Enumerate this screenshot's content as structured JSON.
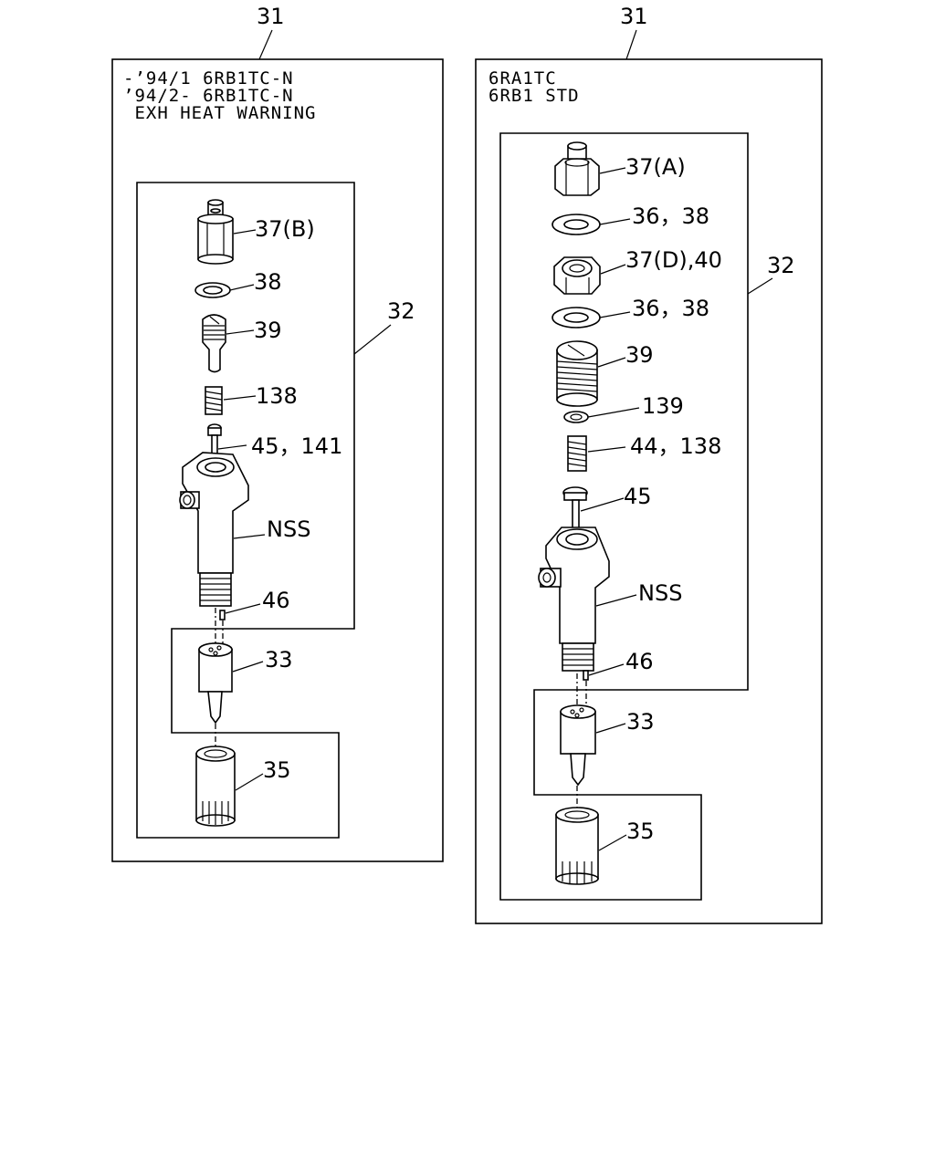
{
  "left_panel": {
    "callout_31": "31",
    "header_lines": [
      "-’94/1 6RB1TC-N",
      "’94/2- 6RB1TC-N",
      " EXH HEAT WARNING"
    ],
    "callout_32": "32",
    "labels": {
      "p37b": "37(B)",
      "p38": "38",
      "p39": "39",
      "p138": "138",
      "p45": "45，141",
      "nss": "NSS",
      "p46": "46",
      "p33": "33",
      "p35": "35"
    }
  },
  "right_panel": {
    "callout_31": "31",
    "header_lines": [
      "6RA1TC",
      "6RB1 STD"
    ],
    "callout_32": "32",
    "labels": {
      "p37a": "37(A)",
      "p3638a": "36，38",
      "p37d": "37(D),40",
      "p3638b": "36，38",
      "p39": "39",
      "p139": "139",
      "p44": "44，138",
      "p45": "45",
      "nss": "NSS",
      "p46": "46",
      "p33": "33",
      "p35": "35"
    }
  }
}
